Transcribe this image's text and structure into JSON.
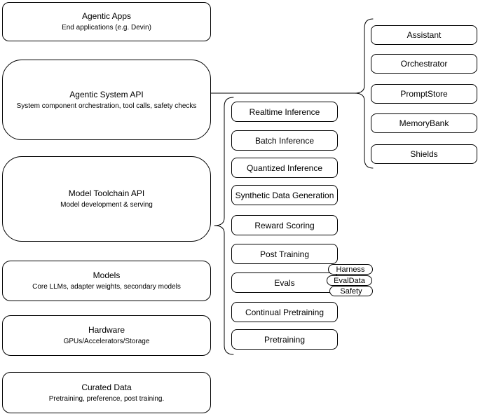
{
  "diagram": {
    "left_stack": [
      {
        "title": "Agentic Apps",
        "subtitle": "End applications (e.g. Devin)"
      },
      {
        "title": "Agentic System API",
        "subtitle": "System component orchestration, tool calls, safety checks"
      },
      {
        "title": "Model Toolchain API",
        "subtitle": "Model development & serving"
      },
      {
        "title": "Models",
        "subtitle": "Core LLMs, adapter weights, secondary models"
      },
      {
        "title": "Hardware",
        "subtitle": "GPUs/Accelerators/Storage"
      },
      {
        "title": "Curated Data",
        "subtitle": "Pretraining, preference, post training."
      }
    ],
    "toolchain_stack": [
      "Realtime Inference",
      "Batch Inference",
      "Quantized Inference",
      "Synthetic Data Generation",
      "Reward Scoring",
      "Post Training",
      "Evals",
      "Continual Pretraining",
      "Pretraining"
    ],
    "evals_pills": [
      "Harness",
      "EvalData",
      "Safety"
    ],
    "system_components": [
      "Assistant",
      "Orchestrator",
      "PromptStore",
      "MemoryBank",
      "Shields"
    ],
    "colors": {
      "background": "#ffffff",
      "box_fill": "#ffffff",
      "box_border": "#000000",
      "text": "#000000"
    }
  }
}
